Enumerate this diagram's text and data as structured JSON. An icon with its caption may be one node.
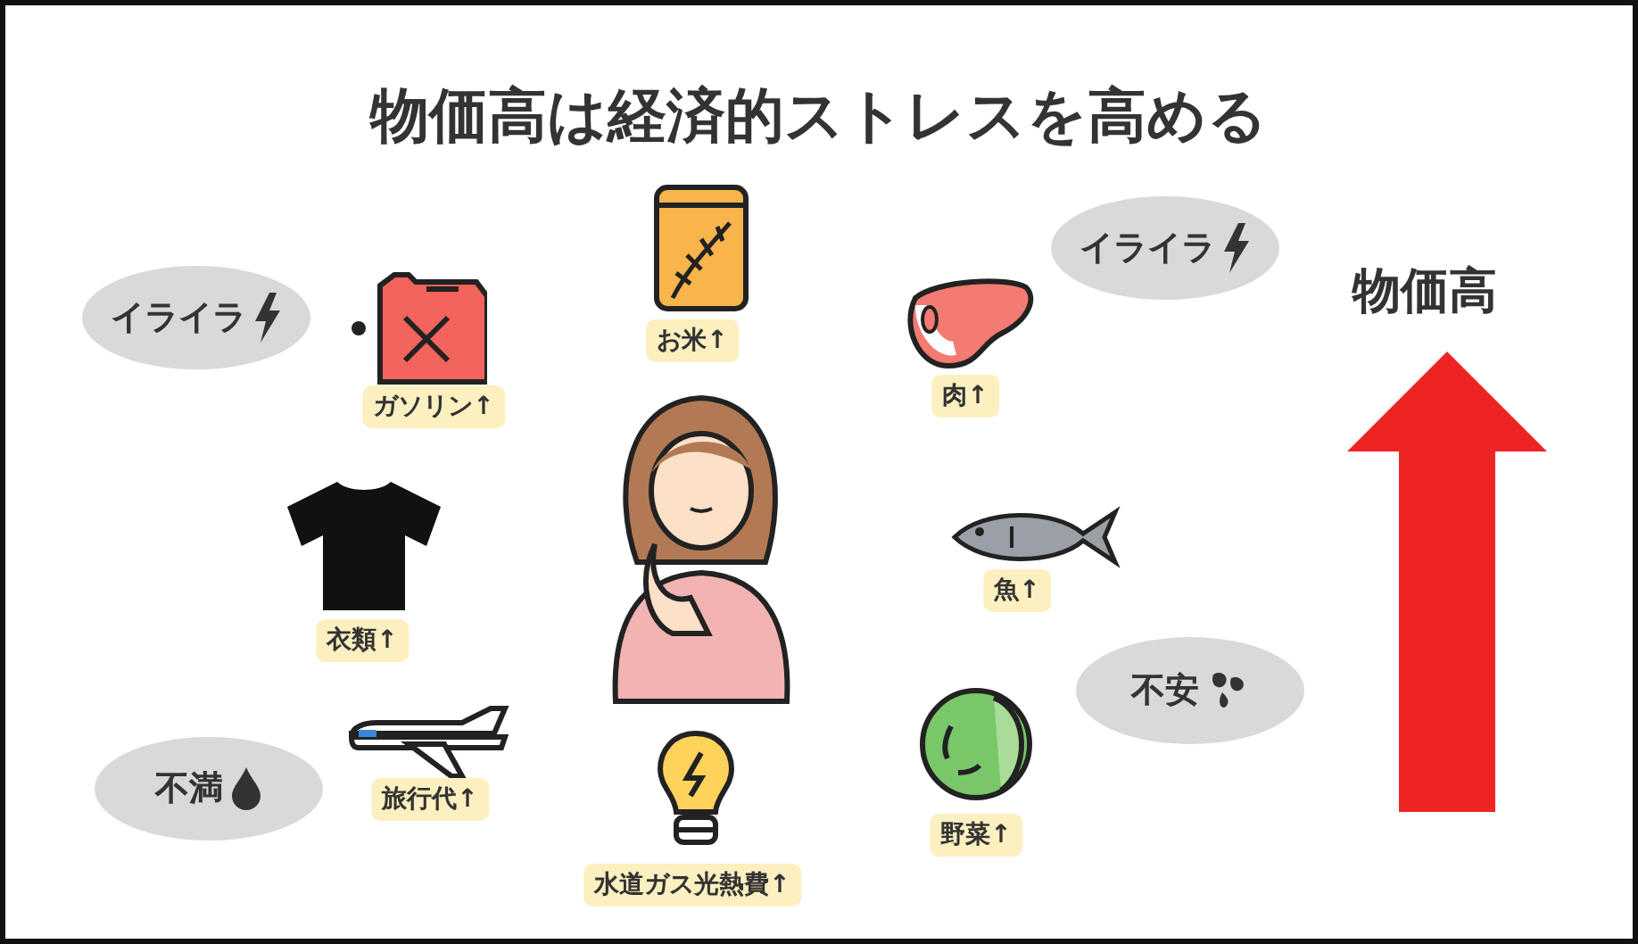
{
  "diagram": {
    "title": "物価高は経済的ストレスを高める",
    "nodes": [
      {
        "text": [
          "イライラ"
        ]
      },
      {
        "text": [
          "お米↑"
        ]
      },
      {
        "text": [
          "イライラ"
        ]
      },
      {
        "text": [
          "ガソリン↑"
        ]
      },
      {
        "text": [
          "肉↑"
        ]
      },
      {
        "text": [
          "衣類↑"
        ]
      },
      {
        "text": [
          "魚↑"
        ]
      },
      {
        "text": [
          "不安"
        ]
      },
      {
        "text": [
          "不満"
        ]
      },
      {
        "text": [
          "旅行代↑"
        ]
      },
      {
        "text": [
          "野菜↑"
        ]
      },
      {
        "text": [
          "水道ガス光熱費↑"
        ]
      }
    ],
    "labels": [
      "物価高"
    ]
  }
}
